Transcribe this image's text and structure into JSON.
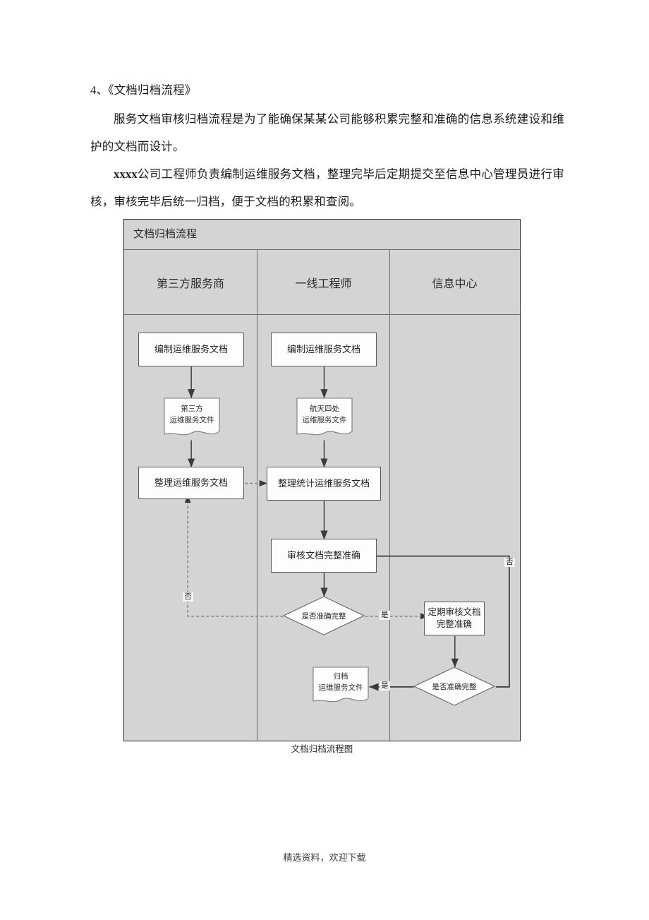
{
  "document": {
    "heading": "4、《文档归档流程》",
    "paragraphs": [
      "服务文档审核归档流程是为了能确保某某公司能够积累完整和准确的信息系统建设和维护的文档而设计。",
      "公司工程师负责编制运维服务文档，整理完毕后定期提交至信息中心管理员进行审核，审核完毕后统一归档，便于文档的积累和查阅。"
    ],
    "paragraph2_prefix": "xxxx",
    "caption": "文档归档流程图",
    "footer": "精选资料，欢迎下载"
  },
  "flowchart": {
    "title": "文档归档流程",
    "lanes": [
      {
        "label": "第三方服务商"
      },
      {
        "label": "一线工程师"
      },
      {
        "label": "信息中心"
      }
    ],
    "nodes": [
      {
        "id": "n1",
        "label": "编制运维服务文档",
        "shape": "rect",
        "lane": 0
      },
      {
        "id": "n2",
        "label": "第三方\n运维服务文件",
        "shape": "document",
        "lane": 0
      },
      {
        "id": "n3",
        "label": "整理运维服务文档",
        "shape": "rect",
        "lane": 0
      },
      {
        "id": "n4",
        "label": "编制运维服务文档",
        "shape": "rect",
        "lane": 1
      },
      {
        "id": "n5",
        "label": "航天四处\n运维服务文件",
        "shape": "document",
        "lane": 1
      },
      {
        "id": "n6",
        "label": "整理统计运维服务文档",
        "shape": "rect",
        "lane": 1
      },
      {
        "id": "n7",
        "label": "审核文档完整准确",
        "shape": "rect",
        "lane": 1
      },
      {
        "id": "n8",
        "label": "是否准确完整",
        "shape": "diamond",
        "lane": 1
      },
      {
        "id": "n9",
        "label": "归档\n运维服务文件",
        "shape": "document",
        "lane": 1
      },
      {
        "id": "n10",
        "label": "定期审核文档\n完整准确",
        "shape": "rect",
        "lane": 2
      },
      {
        "id": "n11",
        "label": "是否准确完整",
        "shape": "diamond",
        "lane": 2
      }
    ],
    "node_labels": {
      "n1": "编制运维服务文档",
      "n2_line1": "第三方",
      "n2_line2": "运维服务文件",
      "n3": "整理运维服务文档",
      "n4": "编制运维服务文档",
      "n5_line1": "航天四处",
      "n5_line2": "运维服务文件",
      "n6": "整理统计运维服务文档",
      "n7": "审核文档完整准确",
      "n8": "是否准确完整",
      "n9_line1": "归档",
      "n9_line2": "运维服务文件",
      "n10_line1": "定期审核文档",
      "n10_line2": "完整准确",
      "n11": "是否准确完整"
    },
    "edge_labels": {
      "no_left": "否",
      "yes_mid": "是",
      "no_right": "否",
      "yes_bottom": "是"
    },
    "colors": {
      "lane_background": "#d4d4d4",
      "node_fill": "#fdfdfd",
      "border": "#585858",
      "frame_border": "#2a2a2a",
      "divider": "#6e6e6e"
    }
  }
}
